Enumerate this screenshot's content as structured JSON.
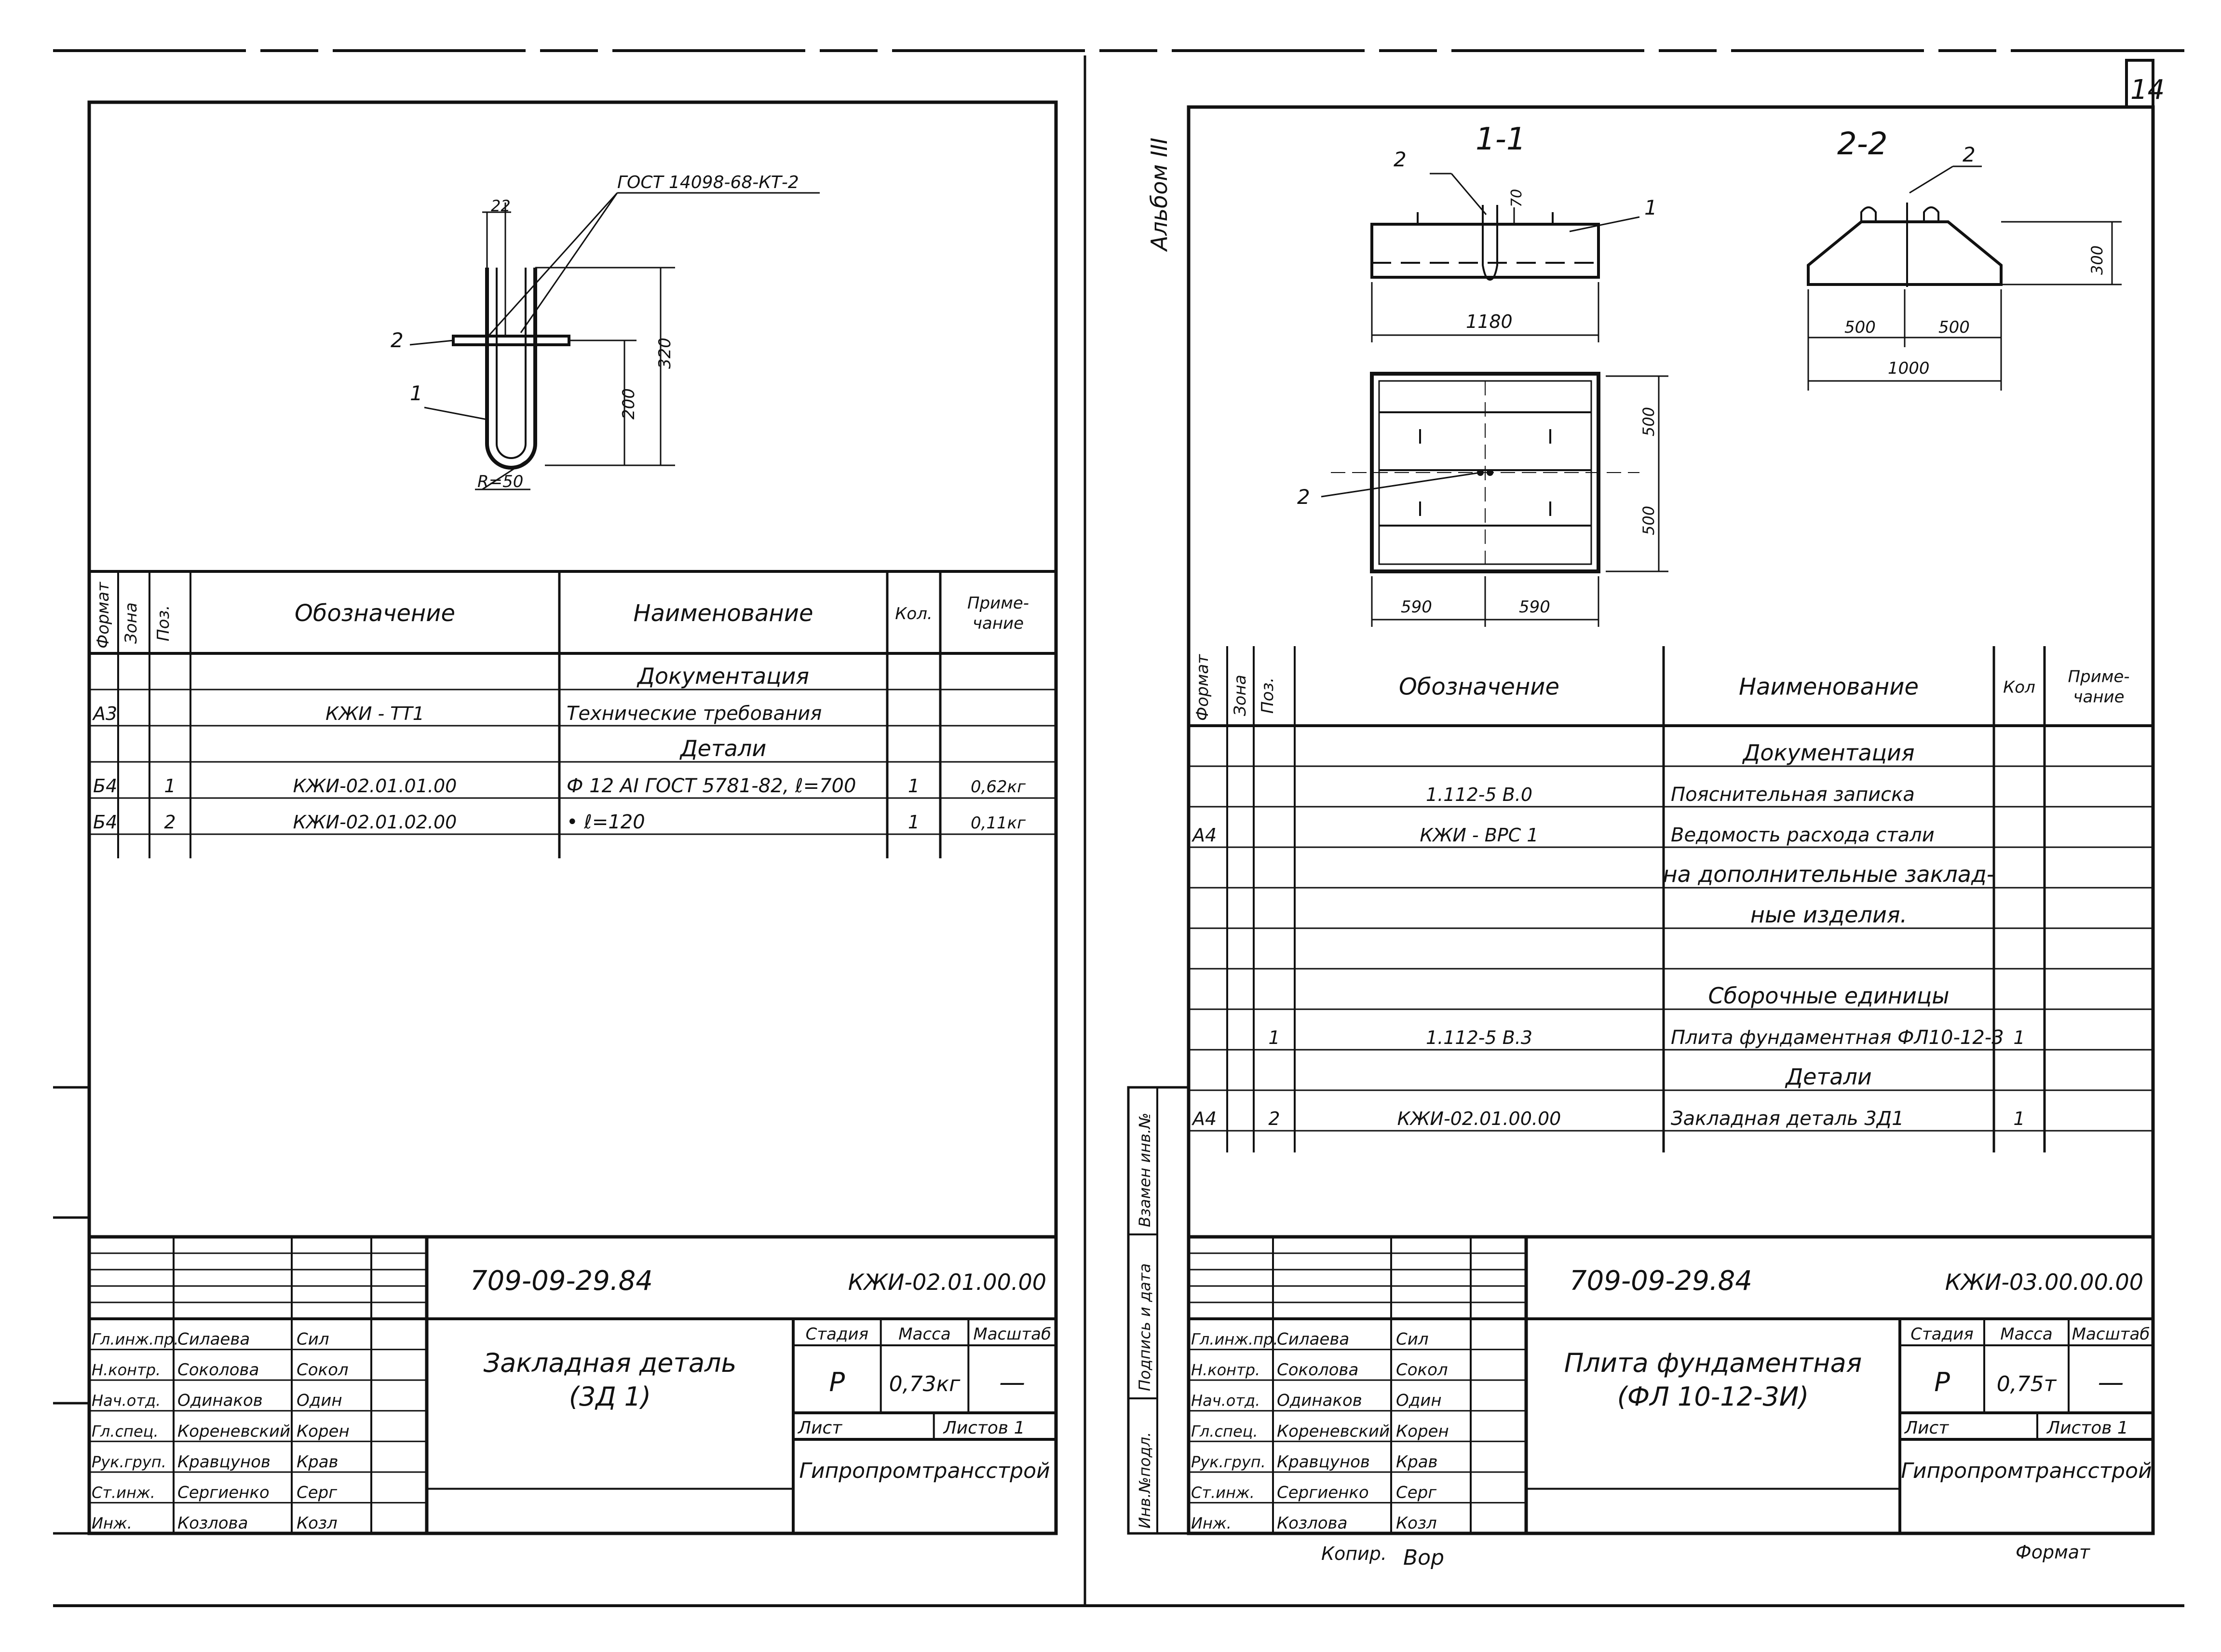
{
  "sheet_number": "14",
  "album_label": "Альбом III",
  "left": {
    "drawing": {
      "gost_label": "ГОСТ 14098-68-КТ-2",
      "dim_top": "22",
      "dim_total": "320",
      "dim_mid": "200",
      "radius": "R=50",
      "callout_1": "1",
      "callout_2": "2"
    },
    "spec": {
      "headers": {
        "format": "Формат",
        "zone": "Зона",
        "pos": "Поз.",
        "designation": "Обозначение",
        "name": "Наименование",
        "qty": "Кол.",
        "note_1": "Приме-",
        "note_2": "чание"
      },
      "rows": [
        {
          "format": "",
          "pos": "",
          "designation": "",
          "name": "Документация",
          "qty": "",
          "note": ""
        },
        {
          "format": "А3",
          "pos": "",
          "designation": "КЖИ - ТТ1",
          "name": "Технические требования",
          "qty": "",
          "note": ""
        },
        {
          "format": "",
          "pos": "",
          "designation": "",
          "name": "Детали",
          "qty": "",
          "note": ""
        },
        {
          "format": "Б4",
          "pos": "1",
          "designation": "КЖИ-02.01.01.00",
          "name": "Ф 12 АI ГОСТ 5781-82, ℓ=700",
          "qty": "1",
          "note": "0,62кг"
        },
        {
          "format": "Б4",
          "pos": "2",
          "designation": "КЖИ-02.01.02.00",
          "name": "•           ℓ=120",
          "qty": "1",
          "note": "0,11кг"
        }
      ]
    },
    "title_block": {
      "project": "709-09-29.84",
      "code": "КЖИ-02.01.00.00",
      "title_1": "Закладная деталь",
      "title_2": "(3Д 1)",
      "stage_label": "Стадия",
      "mass_label": "Масса",
      "scale_label": "Масштаб",
      "stage": "Р",
      "mass": "0,73кг",
      "scale": "—",
      "sheet_label": "Лист",
      "sheets_label": "Листов 1",
      "org": "Гипропромтрансстрой",
      "people": [
        {
          "role": "Гл.инж.пр.",
          "name": "Силаева",
          "sign": "Сил"
        },
        {
          "role": "Н.контр.",
          "name": "Соколова",
          "sign": "Сокол"
        },
        {
          "role": "Нач.отд.",
          "name": "Одинаков",
          "sign": "Один"
        },
        {
          "role": "Гл.спец.",
          "name": "Кореневский",
          "sign": "Корен"
        },
        {
          "role": "Рук.груп.",
          "name": "Кравцунов",
          "sign": "Крав"
        },
        {
          "role": "Ст.инж.",
          "name": "Сергиенко",
          "sign": "Серг"
        },
        {
          "role": "Инж.",
          "name": "Козлова",
          "sign": "Козл"
        }
      ]
    }
  },
  "right": {
    "drawing": {
      "section_11": "1-1",
      "section_22": "2-2",
      "dim_1180": "1180",
      "dim_70": "70",
      "dim_500a": "500",
      "dim_500b": "500",
      "dim_1000": "1000",
      "dim_300": "300",
      "dim_plan_500a": "500",
      "dim_plan_500b": "500",
      "dim_590a": "590",
      "dim_590b": "590",
      "callout_1": "1",
      "callout_2": "2"
    },
    "spec": {
      "headers": {
        "format": "Формат",
        "zone": "Зона",
        "pos": "Поз.",
        "designation": "Обозначение",
        "name": "Наименование",
        "qty": "Кол",
        "note_1": "Приме-",
        "note_2": "чание"
      },
      "rows": [
        {
          "format": "",
          "pos": "",
          "designation": "",
          "name": "Документация",
          "qty": ""
        },
        {
          "format": "",
          "pos": "",
          "designation": "1.112-5 В.0",
          "name": "Пояснительная записка",
          "qty": ""
        },
        {
          "format": "А4",
          "pos": "",
          "designation": "КЖИ - ВРС 1",
          "name": "Ведомость расхода стали",
          "qty": ""
        },
        {
          "format": "",
          "pos": "",
          "designation": "",
          "name": "на дополнительные заклад-",
          "qty": ""
        },
        {
          "format": "",
          "pos": "",
          "designation": "",
          "name": "ные изделия.",
          "qty": ""
        },
        {
          "format": "",
          "pos": "",
          "designation": "",
          "name": "",
          "qty": ""
        },
        {
          "format": "",
          "pos": "",
          "designation": "",
          "name": "Сборочные единицы",
          "qty": ""
        },
        {
          "format": "",
          "pos": "1",
          "designation": "1.112-5 В.3",
          "name": "Плита фундаментная ФЛ10-12-3",
          "qty": "1"
        },
        {
          "format": "",
          "pos": "",
          "designation": "",
          "name": "Детали",
          "qty": ""
        },
        {
          "format": "А4",
          "pos": "2",
          "designation": "КЖИ-02.01.00.00",
          "name": "Закладная деталь 3Д1",
          "qty": "1"
        }
      ]
    },
    "side_labels": [
      "Взамен инв.№",
      "Подпись и дата",
      "Инв.№подл."
    ],
    "title_block": {
      "project": "709-09-29.84",
      "code": "КЖИ-03.00.00.00",
      "title_1": "Плита фундаментная",
      "title_2": "(ФЛ 10-12-3И)",
      "stage_label": "Стадия",
      "mass_label": "Масса",
      "scale_label": "Масштаб",
      "stage": "Р",
      "mass": "0,75т",
      "scale": "—",
      "sheet_label": "Лист",
      "sheets_label": "Листов 1",
      "org": "Гипропромтрансстрой",
      "people": [
        {
          "role": "Гл.инж.пр.",
          "name": "Силаева",
          "sign": "Сил"
        },
        {
          "role": "Н.контр.",
          "name": "Соколова",
          "sign": "Сокол"
        },
        {
          "role": "Нач.отд.",
          "name": "Одинаков",
          "sign": "Один"
        },
        {
          "role": "Гл.спец.",
          "name": "Кореневский",
          "sign": "Корен"
        },
        {
          "role": "Рук.груп.",
          "name": "Кравцунов",
          "sign": "Крав"
        },
        {
          "role": "Ст.инж.",
          "name": "Сергиенко",
          "sign": "Серг"
        },
        {
          "role": "Инж.",
          "name": "Козлова",
          "sign": "Козл"
        }
      ]
    },
    "copy_label": "Копир.",
    "copy_sign": "Вор",
    "format_label": "Формат"
  }
}
